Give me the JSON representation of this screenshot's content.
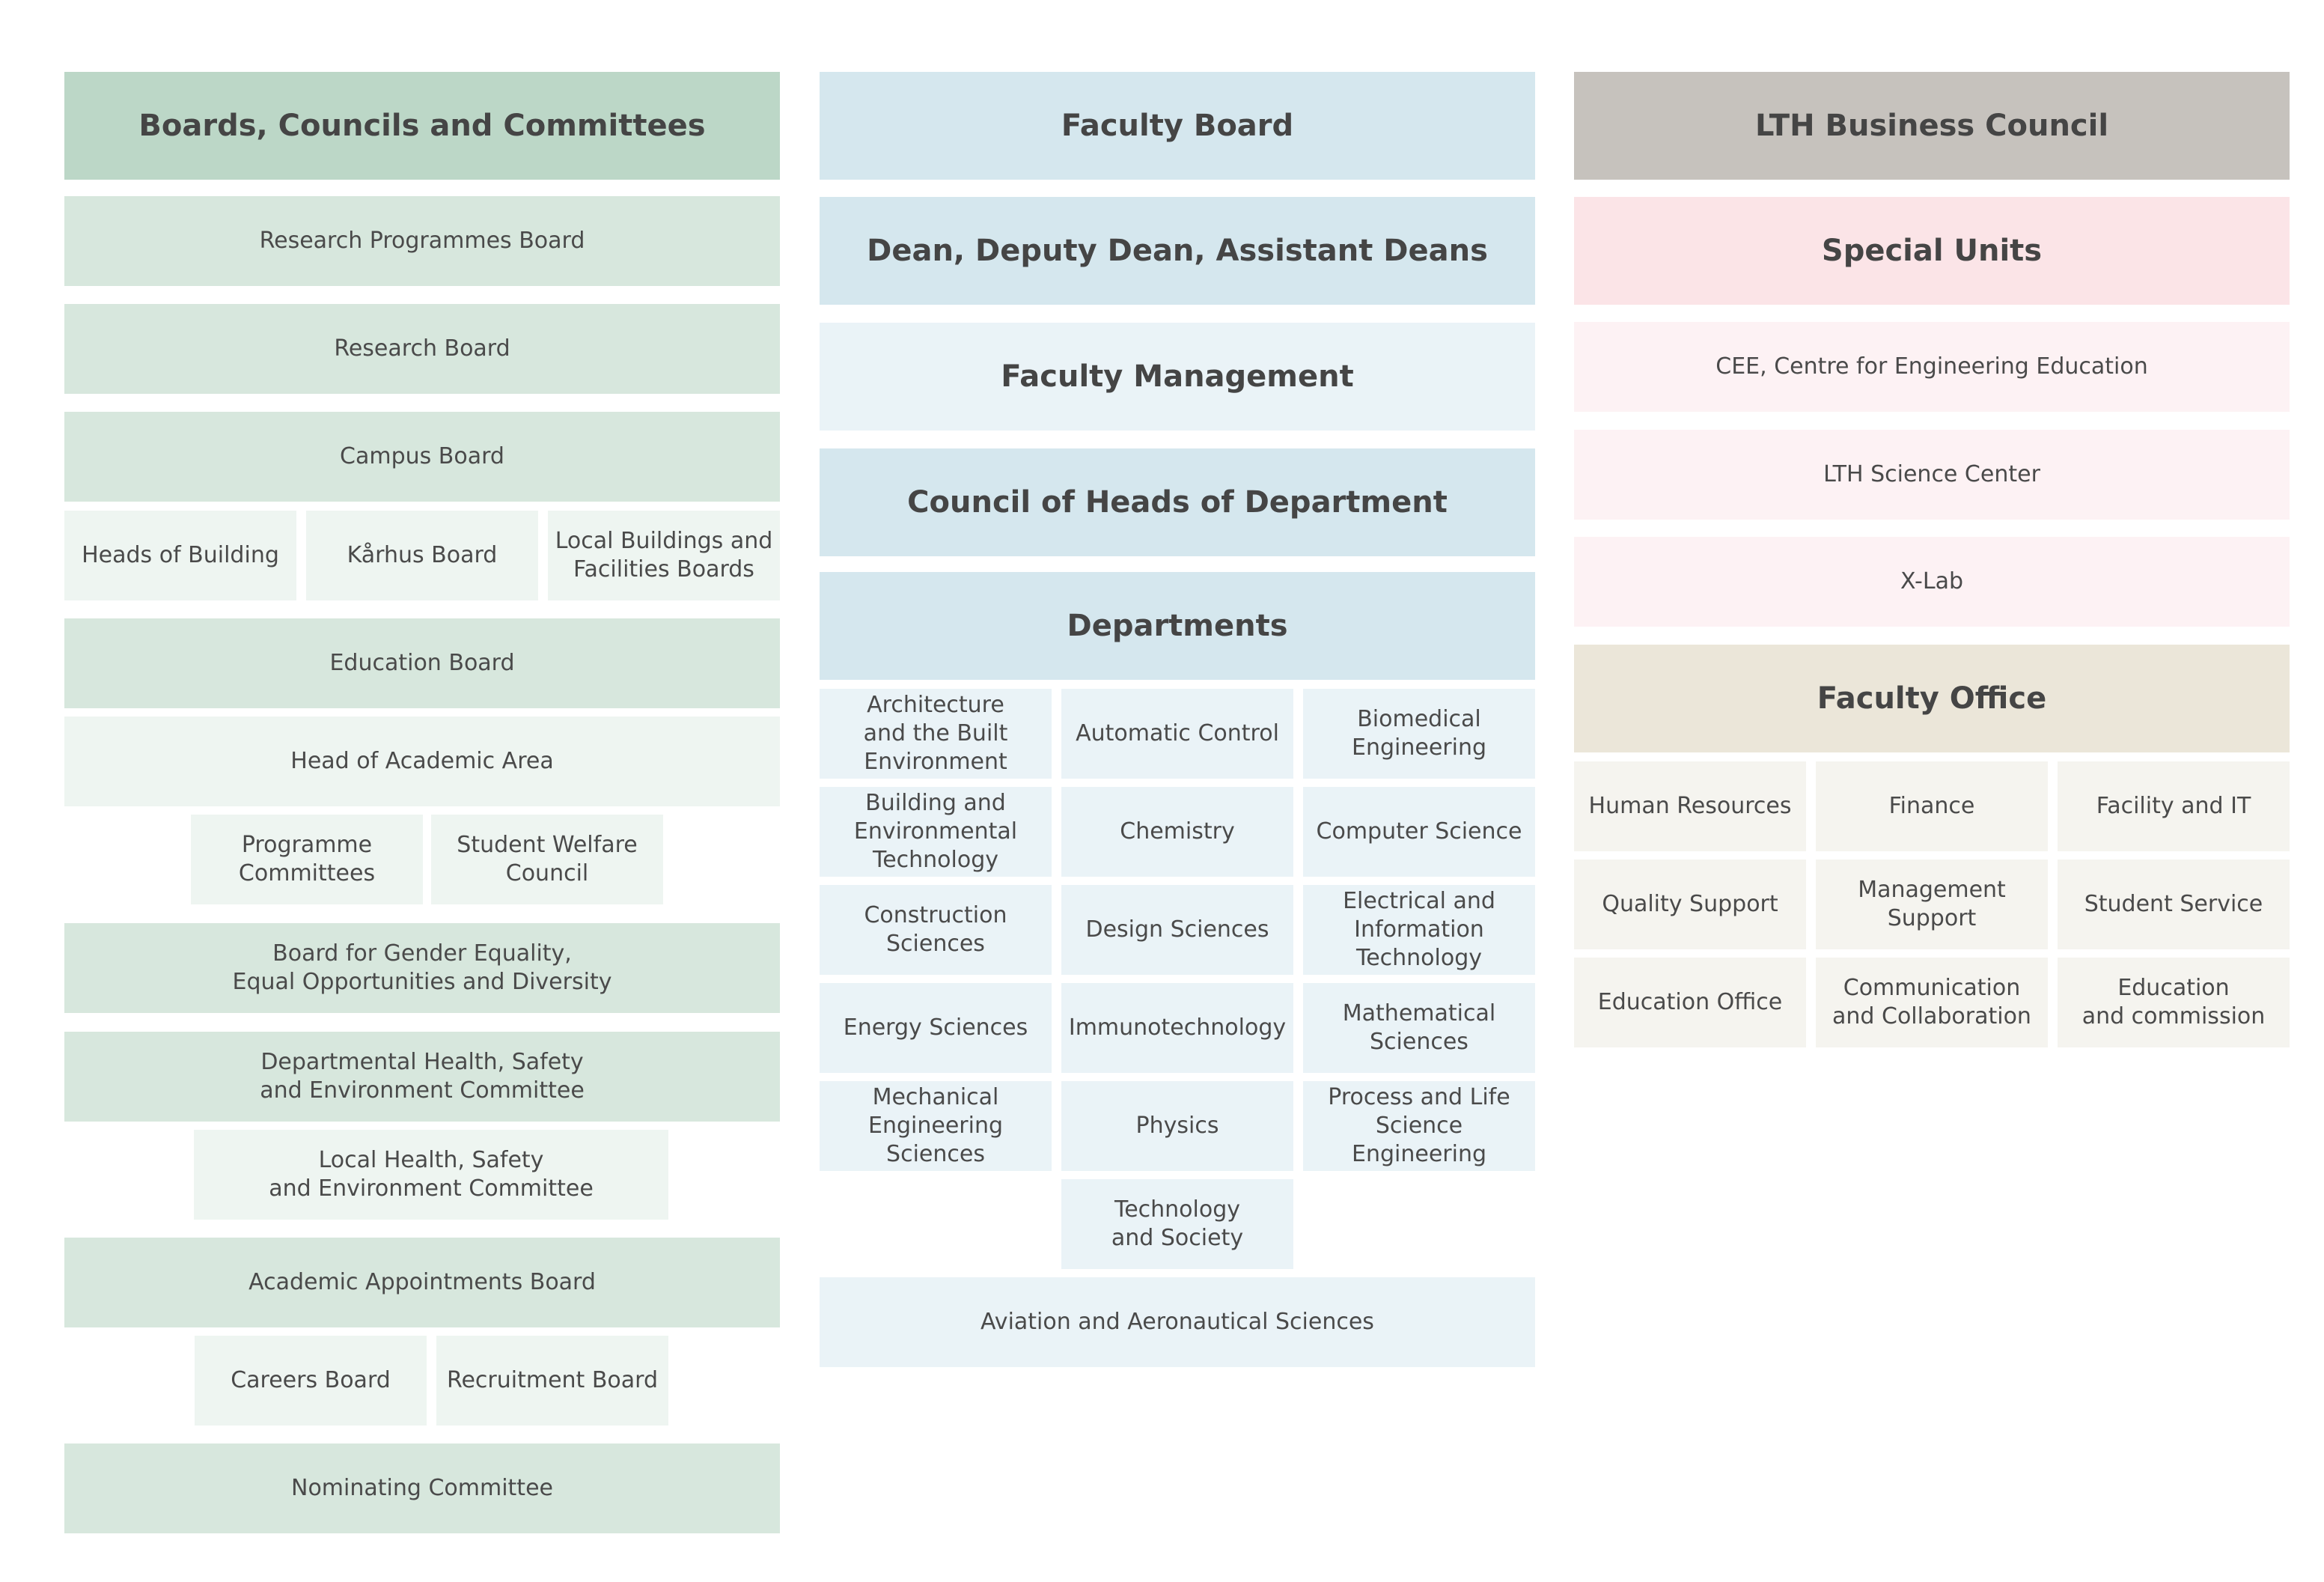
{
  "left": {
    "header": "Boards, Councils and Committees",
    "research_programmes_board": "Research Programmes Board",
    "research_board": "Research Board",
    "campus_board": "Campus Board",
    "heads_of_building": "Heads of Building",
    "karhus_board": "Kårhus Board",
    "local_buildings_boards": "Local Buildings and\nFacilities Boards",
    "education_board": "Education Board",
    "head_of_academic_area": "Head of Academic Area",
    "programme_committees": "Programme\nCommittees",
    "student_welfare_council": "Student Welfare\nCouncil",
    "gender_equality_board": "Board for Gender Equality,\nEqual Opportunities and Diversity",
    "departmental_hse_committee": "Departmental Health, Safety\nand Environment Committee",
    "local_hse_committee": "Local Health, Safety\nand Environment Committee",
    "academic_appointments_board": "Academic Appointments Board",
    "careers_board": "Careers Board",
    "recruitment_board": "Recruitment Board",
    "nominating_committee": "Nominating Committee"
  },
  "middle": {
    "faculty_board": "Faculty Board",
    "deans": "Dean, Deputy Dean, Assistant Deans",
    "faculty_management": "Faculty Management",
    "council_heads": "Council of Heads of Department",
    "departments_header": "Departments",
    "departments": [
      "Architecture\nand the Built\nEnvironment",
      "Automatic Control",
      "Biomedical\nEngineering",
      "Building and\nEnvironmental\nTechnology",
      "Chemistry",
      "Computer Science",
      "Construction\nSciences",
      "Design Sciences",
      "Electrical and\nInformation\nTechnology",
      "Energy Sciences",
      "Immunotechnology",
      "Mathematical\nSciences",
      "Mechanical\nEngineering\nSciences",
      "Physics",
      "Process and Life\nScience Engineering",
      "Technology\nand Society"
    ],
    "aviation": "Aviation and Aeronautical Sciences"
  },
  "right": {
    "business_council": "LTH Business Council",
    "special_units": "Special Units",
    "cee": "CEE, Centre for Engineering Education",
    "science_center": "LTH Science Center",
    "xlab": "X-Lab",
    "faculty_office": "Faculty Office",
    "office_units": [
      "Human Resources",
      "Finance",
      "Facility and IT",
      "Quality Support",
      "Management\nSupport",
      "Student Service",
      "Education Office",
      "Communication\nand Collaboration",
      "Education\nand commission"
    ]
  }
}
